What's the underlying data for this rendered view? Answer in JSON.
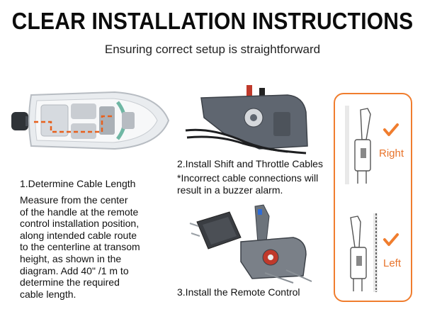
{
  "header": {
    "title": "CLEAR INSTALLATION INSTRUCTIONS",
    "subtitle": "Ensuring correct setup is straightforward"
  },
  "steps": [
    {
      "title": "1.Determine Cable Length",
      "lines": [
        "Measure from the center",
        "of the handle at the remote",
        "control installation position,",
        "along intended cable route",
        "to the centerline at transom",
        "height, as shown in the",
        "diagram. Add 40\" /1 m to",
        "determine the required",
        "cable length."
      ]
    },
    {
      "title": "2.Install Shift and Throttle Cables",
      "note_lines": [
        "*Incorrect cable connections will",
        " result in a buzzer alarm."
      ]
    },
    {
      "title": "3.Install the Remote Control"
    }
  ],
  "orientation": {
    "right_label": "Right",
    "left_label": "Left"
  },
  "colors": {
    "accent": "#f07d2e",
    "hull": "#e9ecef",
    "control_body": "#5f6670",
    "cable_route": "#e8601c"
  },
  "icons": [
    "boat-diagram",
    "remote-control-unit",
    "check-icon"
  ]
}
